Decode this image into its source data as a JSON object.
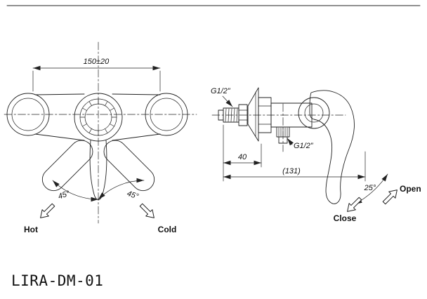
{
  "drawing": {
    "model": "LIRA-DM-01"
  },
  "front_view": {
    "width_dimension": "150±20",
    "left_angle": "45°",
    "right_angle": "45°",
    "hot_label": "Hot",
    "cold_label": "Cold"
  },
  "side_view": {
    "inlet_thread": "G1/2”",
    "outlet_thread": "G1/2”",
    "wall_offset": "40",
    "overall_depth": "(131)",
    "handle_angle": "25°",
    "open_label": "Open",
    "close_label": "Close"
  },
  "colors": {
    "line": "#222222",
    "background": "#ffffff"
  }
}
